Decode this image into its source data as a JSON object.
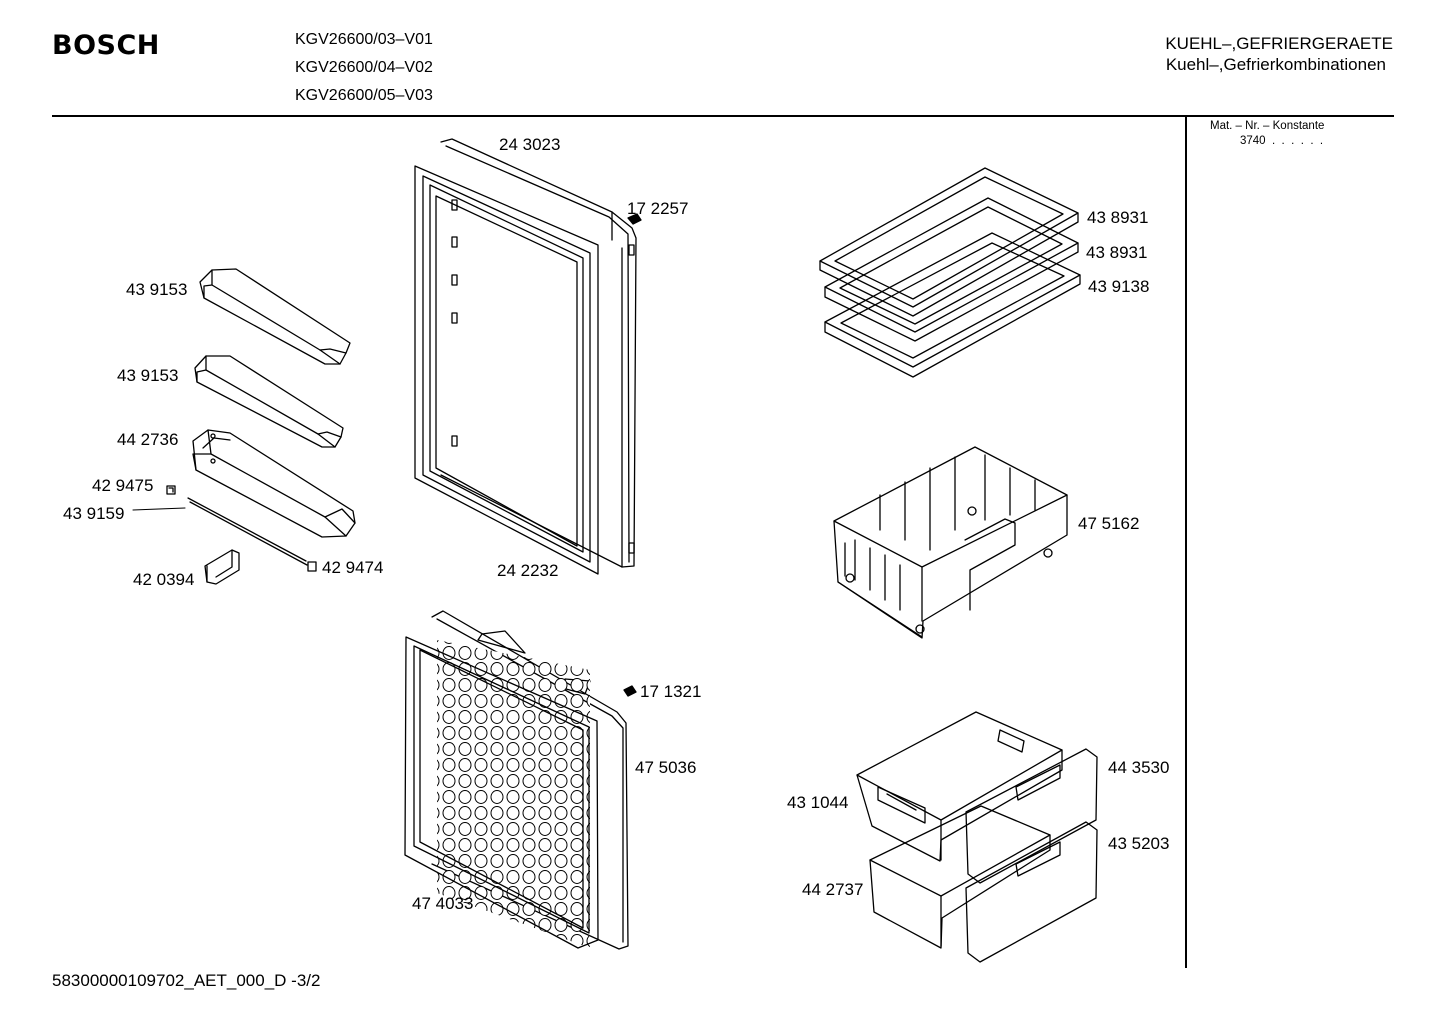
{
  "header": {
    "brand": "BOSCH",
    "models": [
      "KGV26600/03–V01",
      "KGV26600/04–V02",
      "KGV26600/05–V03"
    ],
    "category_title": "KUEHL–,GEFRIERGERAETE",
    "category_subtitle": "Kuehl–,Gefrierkombinationen"
  },
  "sidebar": {
    "mat_label": "Mat. – Nr. – Konstante",
    "mat_value": "3740  .  .  .  .  .  ."
  },
  "parts": {
    "door_bin_upper": "43 9153",
    "door_bin_middle": "43 9153",
    "door_bin_lower": "44 2736",
    "clip_small": "42 9475",
    "rod": "43 9159",
    "end_cap": "42 0394",
    "clip_lower": "42 9474",
    "fridge_door": "24 3023",
    "hinge_cover_upper": "17 2257",
    "fridge_gasket": "24 2232",
    "shelf_1": "43 8931",
    "shelf_2": "43 8931",
    "shelf_3": "43 9138",
    "freezer_basket": "47 5162",
    "hinge_cover_lower": "17 1321",
    "freezer_door": "47 5036",
    "freezer_gasket": "47 4033",
    "drawer_front_upper": "44 3530",
    "drawer_upper": "43 1044",
    "drawer_front_lower": "43 5203",
    "drawer_lower": "44 2737"
  },
  "footer": {
    "document_code": "58300000109702_AET_000_D  -3/2"
  }
}
